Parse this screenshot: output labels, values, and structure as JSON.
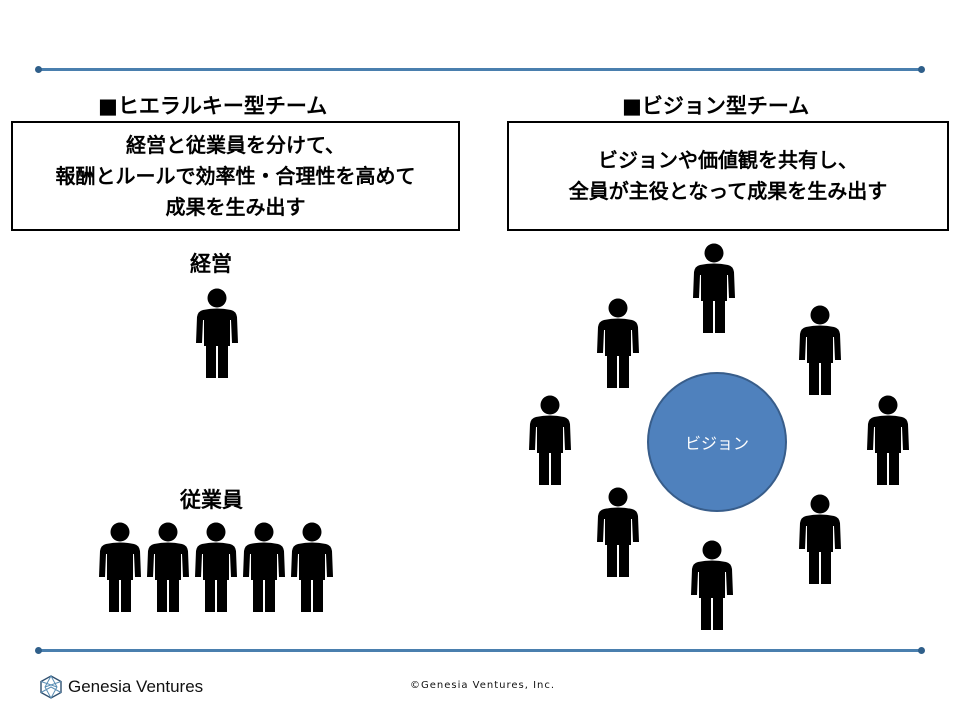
{
  "left": {
    "heading": "■ヒエラルキー型チーム",
    "box_lines": [
      "経営と従業員を分けて、",
      "報酬とルールで効率性・合理性を高めて",
      "成果を生み出す"
    ],
    "management_label": "経営",
    "employees_label": "従業員"
  },
  "right": {
    "heading": "■ビジョン型チーム",
    "box_lines": [
      "ビジョンや価値観を共有し、",
      "全員が主役となって成果を生み出す"
    ],
    "center_label": "ビジョン"
  },
  "footer": {
    "logo_text": "Genesia Ventures",
    "copyright": "©Genesia Ventures, Inc."
  },
  "colors": {
    "rule": "#4a7fae",
    "vision_circle": "#4f81bd"
  }
}
